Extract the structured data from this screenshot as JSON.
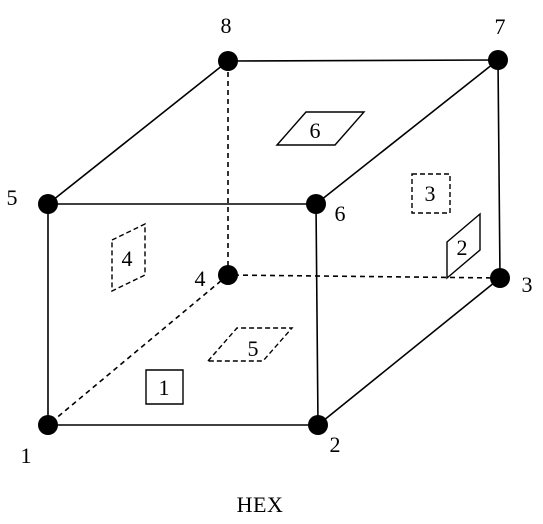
{
  "caption": "HEX",
  "colors": {
    "stroke": "#000000",
    "node": "#000000",
    "background": "#ffffff"
  },
  "nodes": [
    {
      "id": "1",
      "label": "1"
    },
    {
      "id": "2",
      "label": "2"
    },
    {
      "id": "3",
      "label": "3"
    },
    {
      "id": "4",
      "label": "4"
    },
    {
      "id": "5",
      "label": "5"
    },
    {
      "id": "6",
      "label": "6"
    },
    {
      "id": "7",
      "label": "7"
    },
    {
      "id": "8",
      "label": "8"
    }
  ],
  "edges": [
    {
      "from": "1",
      "to": "2",
      "style": "solid"
    },
    {
      "from": "2",
      "to": "3",
      "style": "solid"
    },
    {
      "from": "3",
      "to": "4",
      "style": "dashed"
    },
    {
      "from": "4",
      "to": "1",
      "style": "dashed"
    },
    {
      "from": "5",
      "to": "6",
      "style": "solid"
    },
    {
      "from": "6",
      "to": "7",
      "style": "solid"
    },
    {
      "from": "7",
      "to": "8",
      "style": "solid"
    },
    {
      "from": "8",
      "to": "5",
      "style": "solid"
    },
    {
      "from": "1",
      "to": "5",
      "style": "solid"
    },
    {
      "from": "2",
      "to": "6",
      "style": "solid"
    },
    {
      "from": "3",
      "to": "7",
      "style": "solid"
    },
    {
      "from": "4",
      "to": "8",
      "style": "dashed"
    }
  ],
  "faces": [
    {
      "id": "1",
      "label": "1",
      "style": "solid"
    },
    {
      "id": "2",
      "label": "2",
      "style": "solid"
    },
    {
      "id": "3",
      "label": "3",
      "style": "dashed"
    },
    {
      "id": "4",
      "label": "4",
      "style": "dashed"
    },
    {
      "id": "5",
      "label": "5",
      "style": "dashed"
    },
    {
      "id": "6",
      "label": "6",
      "style": "solid"
    }
  ]
}
